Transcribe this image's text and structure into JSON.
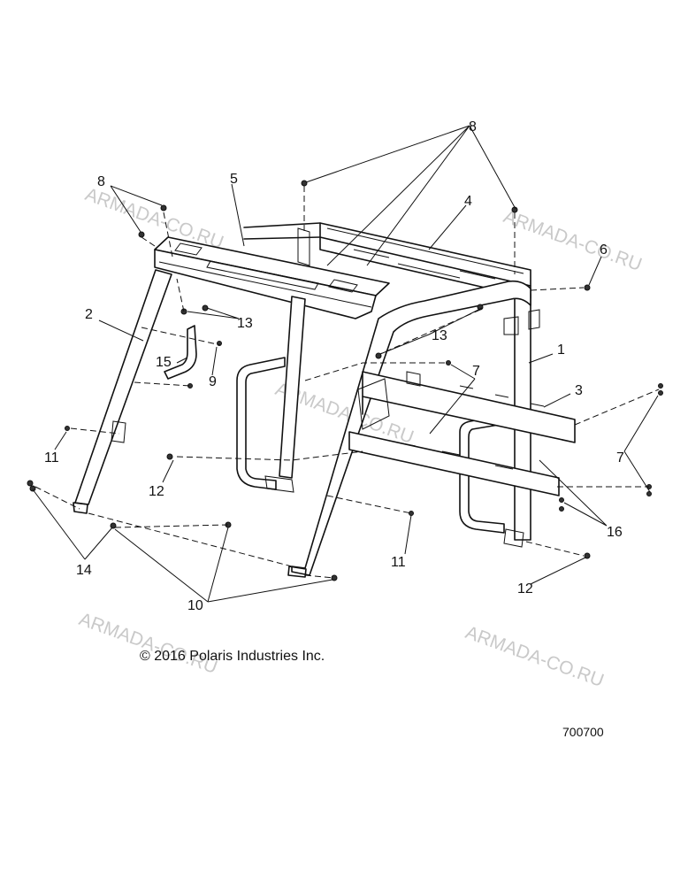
{
  "diagram": {
    "copyright": "© 2016 Polaris Industries Inc.",
    "figure_number": "700700",
    "watermark": "ARMADA-CO.RU",
    "callouts": [
      "8",
      "5",
      "4",
      "6",
      "2",
      "13",
      "13",
      "1",
      "15",
      "9",
      "7",
      "3",
      "11",
      "12",
      "7",
      "16",
      "14",
      "11",
      "10",
      "12",
      "8"
    ]
  }
}
